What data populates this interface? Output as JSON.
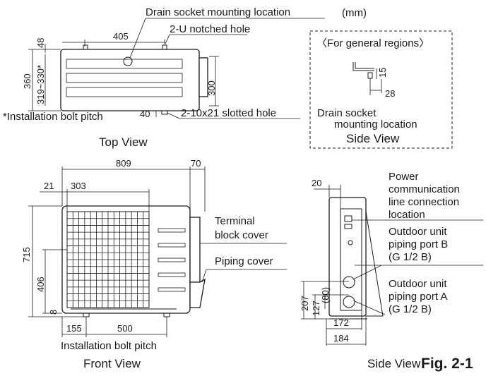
{
  "unit_label": "(mm)",
  "figure_label": "Fig. 2-1",
  "top_view": {
    "caption": "Top View",
    "drain_socket_label": "Drain socket mounting location",
    "notched_hole_label": "2-U notched hole",
    "slotted_hole_label": "2-10x21 slotted hole",
    "bolt_pitch_note": "*Installation bolt pitch",
    "dims": {
      "width": "405",
      "top_offset": "48",
      "depth": "360",
      "bolt_range": "319~330*",
      "depth_inner": "300",
      "bottom_offset": "40"
    }
  },
  "side_view_inset": {
    "region_label": "〈For general regions〉",
    "drain_label_line1": "Drain socket",
    "drain_label_line2": "mounting location",
    "caption": "Side View",
    "dims": {
      "height": "15",
      "width": "28"
    }
  },
  "front_view": {
    "caption": "Front View",
    "bolt_pitch_label": "Installation bolt pitch",
    "terminal_cover_line1": "Terminal",
    "terminal_cover_line2": "block cover",
    "piping_cover_label": "Piping cover",
    "dims": {
      "total_width": "809",
      "right_protrusion": "70",
      "left_offset": "21",
      "fan_width": "303",
      "height": "715",
      "fan_height": "406",
      "foot": "8",
      "bolt_left": "155",
      "bolt_pitch": "500"
    }
  },
  "side_view": {
    "caption": "Side View",
    "power_label": [
      "Power",
      "communication",
      "line connection",
      "location"
    ],
    "port_b_label": [
      "Outdoor unit",
      "piping port B",
      "(G 1/2 B)"
    ],
    "port_a_label": [
      "Outdoor unit",
      "piping port A",
      "(G 1/2 B)"
    ],
    "dims": {
      "top_offset": "20",
      "port_b_height": "207",
      "port_a_height": "127",
      "port_a_inner": "(80)",
      "depth_inner": "172",
      "depth_total": "184"
    }
  }
}
